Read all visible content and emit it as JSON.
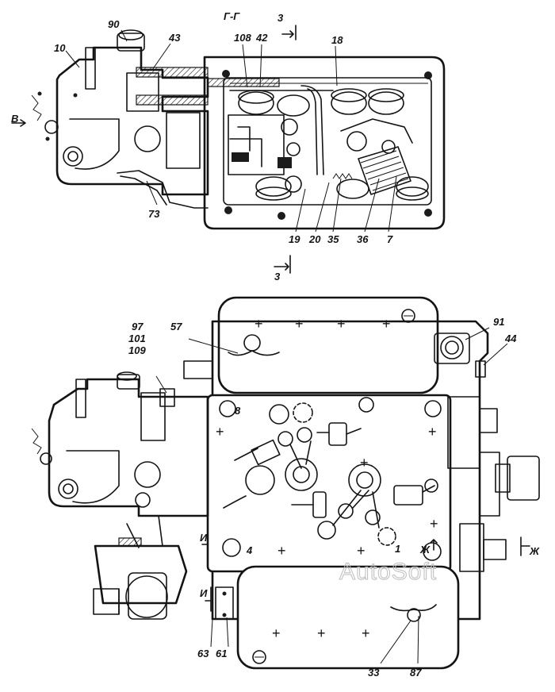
{
  "section_title": "Г-Г",
  "section_marks": {
    "top": "3",
    "bottom": "3",
    "view_b": "В",
    "view_zh_left": "Ж",
    "view_zh_right": "Ж",
    "view_i_top": "И",
    "view_i_bottom": "И"
  },
  "callouts_top": {
    "c90": "90",
    "c10": "10",
    "c43": "43",
    "c108": "108",
    "c42": "42",
    "c18": "18",
    "c73": "73",
    "c19": "19",
    "c20": "20",
    "c35": "35",
    "c36": "36",
    "c7": "7"
  },
  "callouts_bottom": {
    "c97": "97",
    "c101": "101",
    "c109": "109",
    "c57": "57",
    "c91": "91",
    "c44": "44",
    "c63": "63",
    "c61": "61",
    "c33": "33",
    "c87": "87"
  },
  "cylinder_numbers": {
    "n8": "8",
    "n4": "4",
    "n1": "1"
  },
  "watermark": "AutoSoft"
}
